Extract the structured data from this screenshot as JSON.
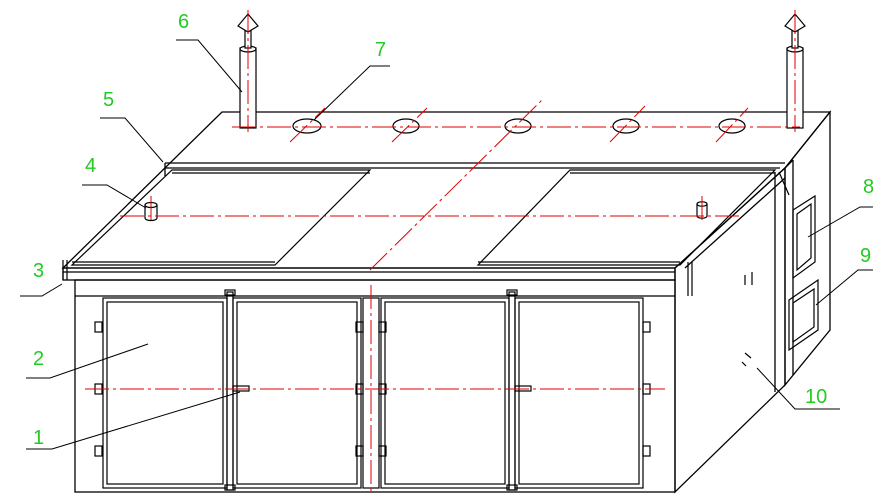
{
  "colors": {
    "outline": "#000000",
    "centerline": "#e00000",
    "callout_text": "#22cc22",
    "background": "#ffffff"
  },
  "callouts": {
    "c1": "1",
    "c2": "2",
    "c3": "3",
    "c4": "4",
    "c5": "5",
    "c6": "6",
    "c7": "7",
    "c8": "8",
    "c9": "9",
    "c10": "10"
  }
}
